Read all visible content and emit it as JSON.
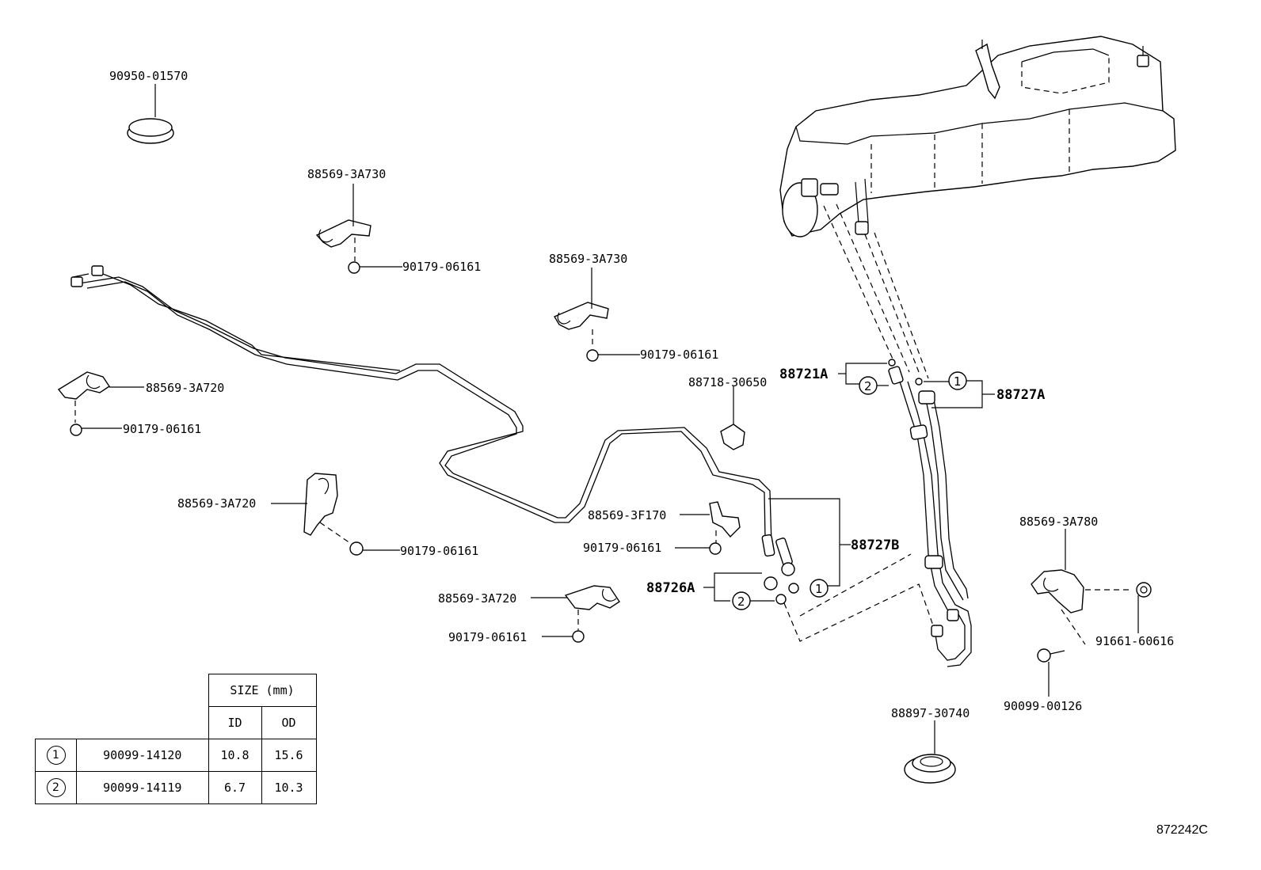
{
  "labels": {
    "grommet_top": "90950-01570",
    "clamp_a730_1": "88569-3A730",
    "nut_1": "90179-06161",
    "clamp_a730_2": "88569-3A730",
    "nut_2": "90179-06161",
    "clamp_a720_1": "88569-3A720",
    "nut_3": "90179-06161",
    "clamp_a720_2": "88569-3A720",
    "nut_4": "90179-06161",
    "clip_30650": "88718-30650",
    "clamp_f170": "88569-3F170",
    "nut_5": "90179-06161",
    "clamp_a720_3": "88569-3A720",
    "nut_6": "90179-06161",
    "hose_88721A": "88721A",
    "hose_88727A": "88727A",
    "hose_88727B": "88727B",
    "hose_88726A": "88726A",
    "clamp_a780": "88569-3A780",
    "nut_91661": "91661-60616",
    "bolt_90099": "90099-00126",
    "grommet_bottom": "88897-30740"
  },
  "markers": {
    "one": "1",
    "two": "2"
  },
  "size_table": {
    "header": "SIZE (mm)",
    "col_id": "ID",
    "col_od": "OD",
    "rows": [
      {
        "marker": "1",
        "part": "90099-14120",
        "id": "10.8",
        "od": "15.6"
      },
      {
        "marker": "2",
        "part": "90099-14119",
        "id": "6.7",
        "od": "10.3"
      }
    ]
  },
  "ref_code": "872242C"
}
